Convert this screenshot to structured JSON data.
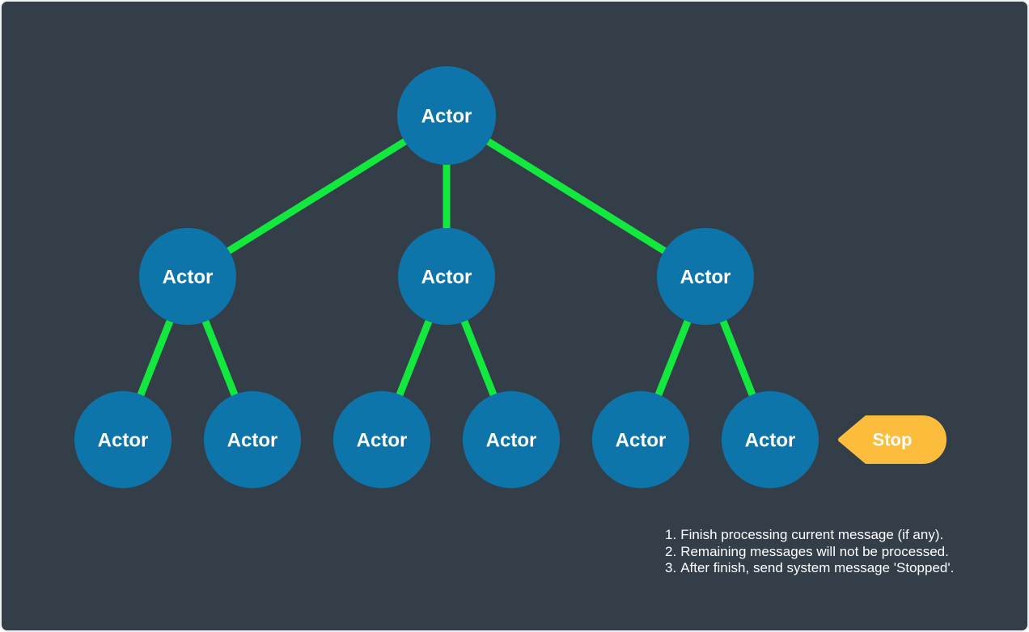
{
  "diagram": {
    "title_semantic": "actor-hierarchy-stop-diagram",
    "colors": {
      "background": "#343e48",
      "border": "#eef0f2",
      "node_fill": "#0e75ab",
      "edge": "#12e83e",
      "stop_fill": "#fcbd3c",
      "text": "#ffffff"
    },
    "nodes": [
      {
        "label": "Actor",
        "level": "root"
      },
      {
        "label": "Actor",
        "level": "middle"
      },
      {
        "label": "Actor",
        "level": "middle"
      },
      {
        "label": "Actor",
        "level": "middle"
      },
      {
        "label": "Actor",
        "level": "leaf"
      },
      {
        "label": "Actor",
        "level": "leaf"
      },
      {
        "label": "Actor",
        "level": "leaf"
      },
      {
        "label": "Actor",
        "level": "leaf"
      },
      {
        "label": "Actor",
        "level": "leaf"
      },
      {
        "label": "Actor",
        "level": "leaf"
      }
    ],
    "stop": {
      "label": "Stop"
    },
    "notes": [
      {
        "number": "1.",
        "text": "Finish processing current message (if any)."
      },
      {
        "number": "2.",
        "text": "Remaining messages will not be processed."
      },
      {
        "number": "3.",
        "text": "After finish, send system message 'Stopped'."
      }
    ]
  }
}
